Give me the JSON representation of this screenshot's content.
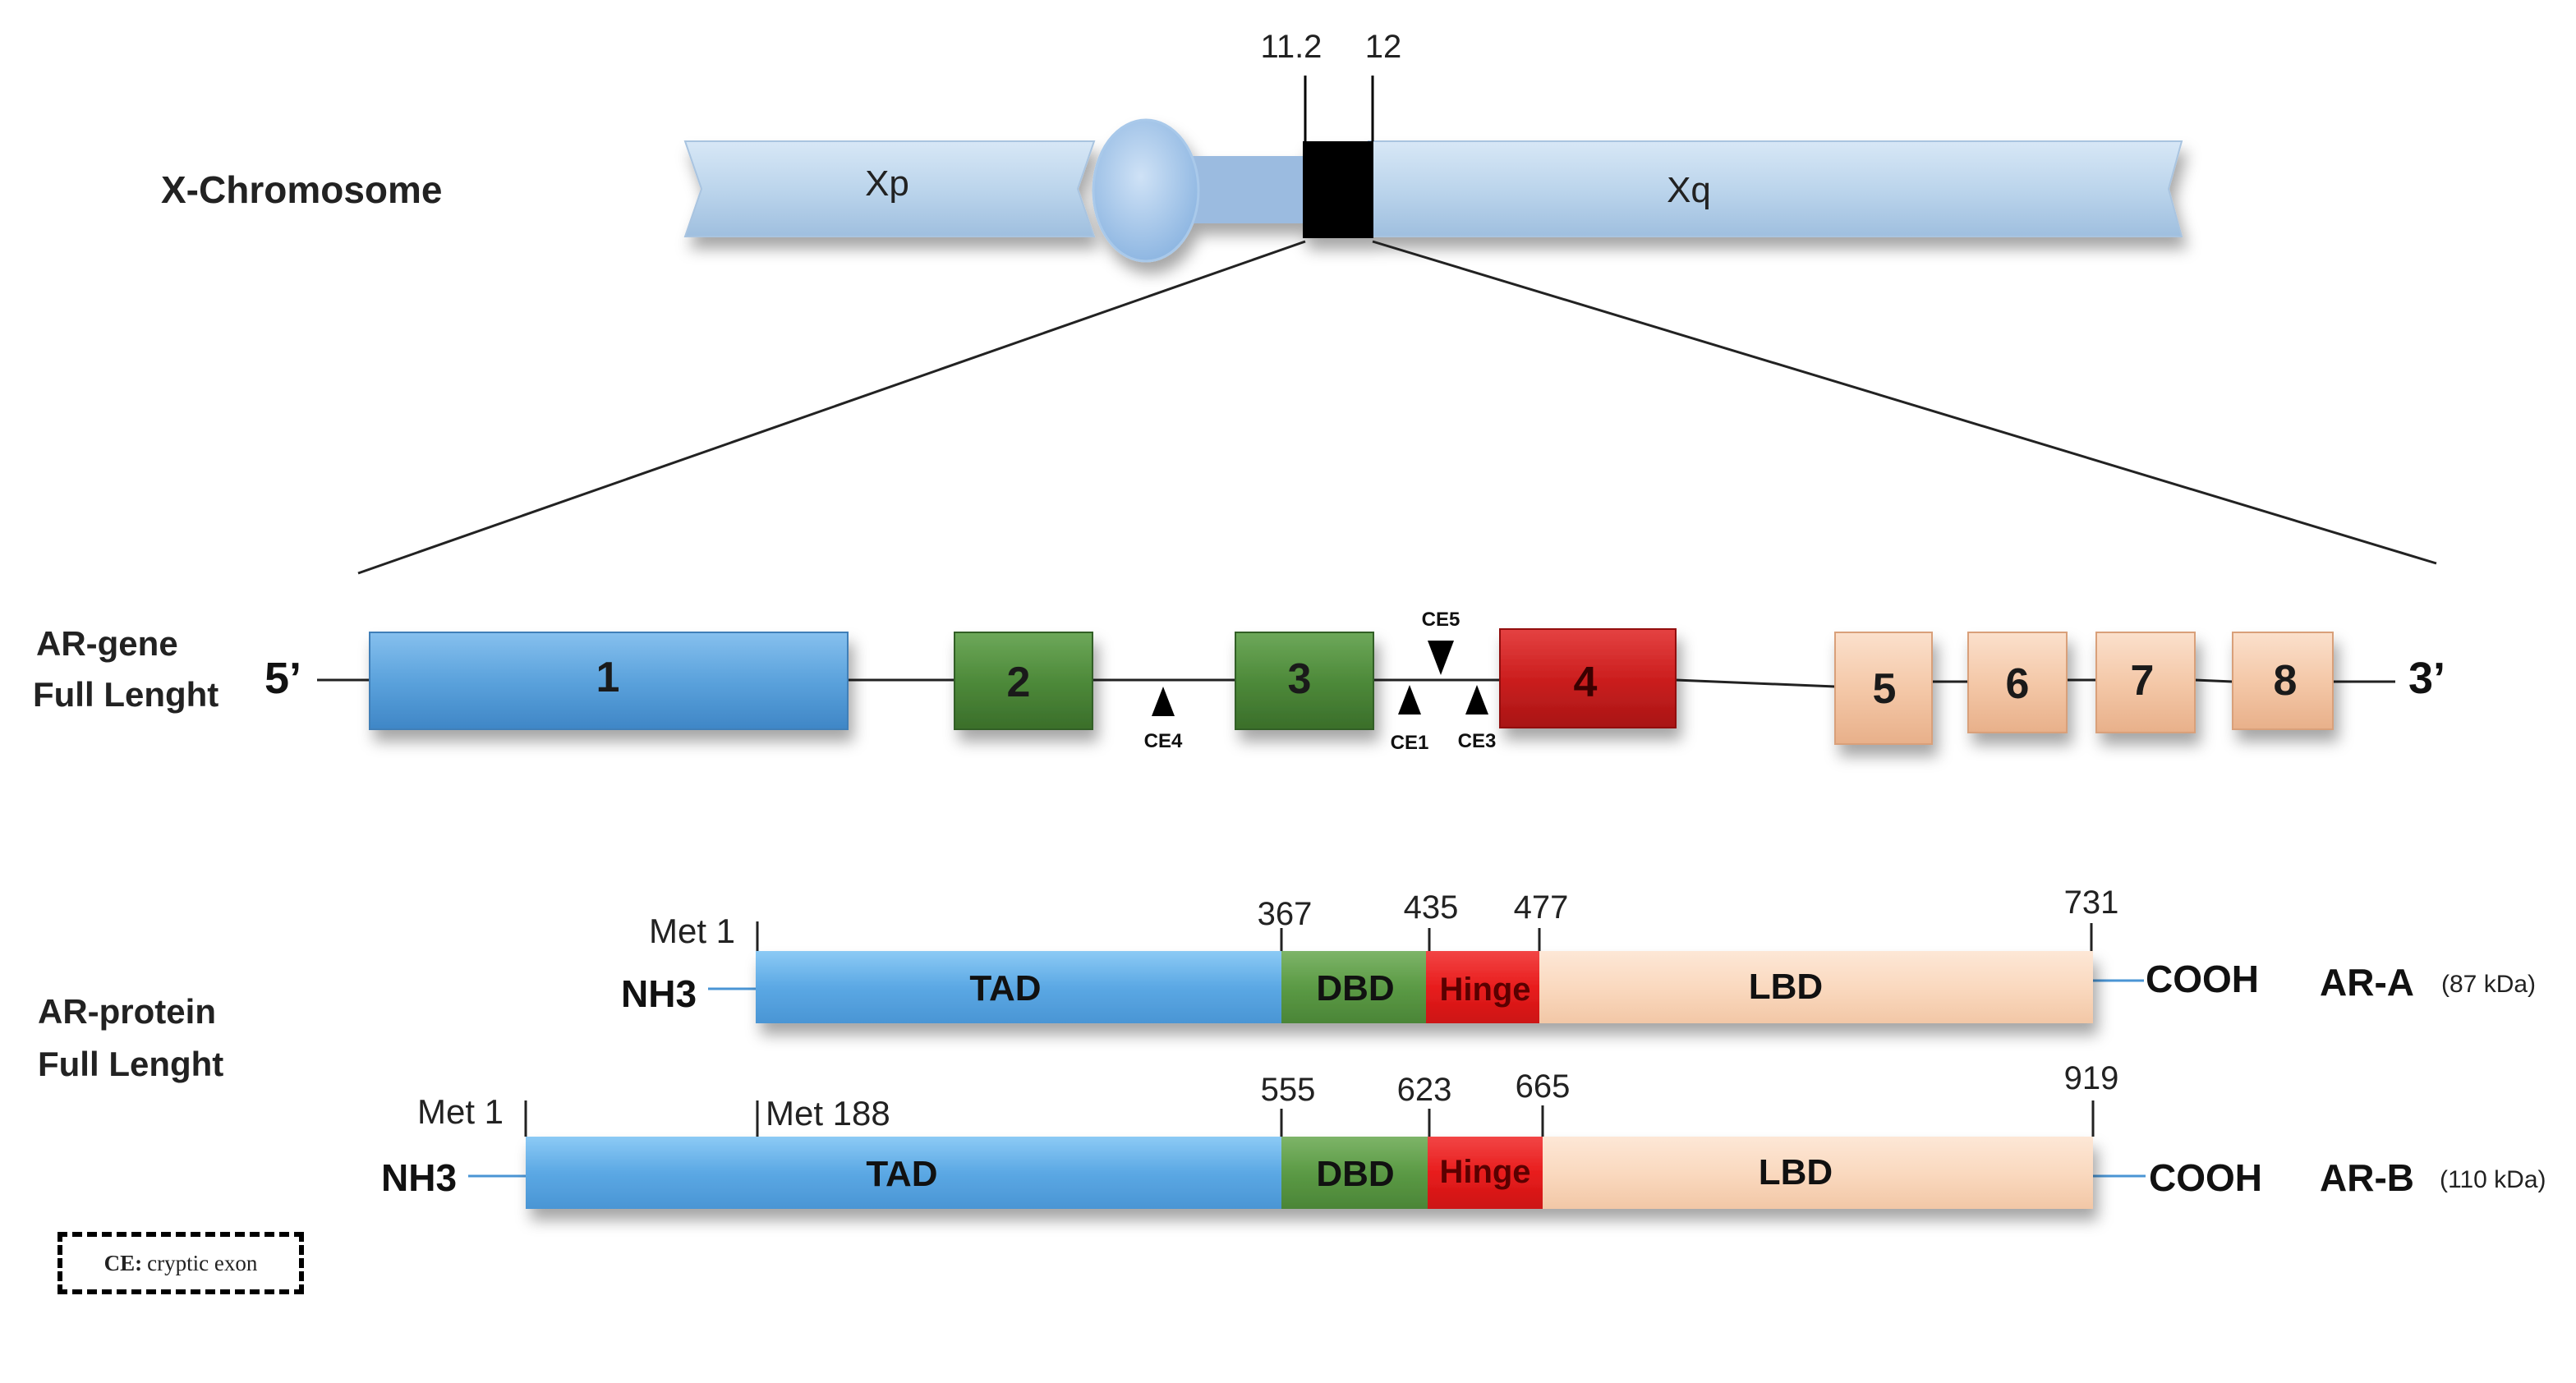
{
  "chromosome": {
    "title": "X-Chromosome",
    "arm_p": "Xp",
    "arm_q": "Xq",
    "band_start": "11.2",
    "band_end": "12",
    "arm_color": "#bcd5ec",
    "centromere_color": "#a9c9ea",
    "band_color": "#000000"
  },
  "gene": {
    "label_line1": "AR-gene",
    "label_line2": "Full Lenght",
    "five_prime": "5’",
    "three_prime": "3’",
    "exons": [
      "1",
      "2",
      "3",
      "4",
      "5",
      "6",
      "7",
      "8"
    ],
    "cryptic_exons": [
      "CE4",
      "CE1",
      "CE3",
      "CE5"
    ],
    "exon_colors": {
      "exon1": "#5ba2dc",
      "exon2_3": "#4e8a3a",
      "exon4": "#cc1f1f",
      "exon5_8": "#f4c8a8"
    }
  },
  "protein": {
    "label_line1": "AR-protein",
    "label_line2": "Full Lenght",
    "domains": [
      "TAD",
      "DBD",
      "Hinge",
      "LBD"
    ],
    "n_term": "NH3",
    "c_term": "COOH",
    "isoform_a": {
      "name": "AR-A",
      "mass": "(87 kDa)",
      "start": "Met 1",
      "positions": [
        "367",
        "435",
        "477",
        "731"
      ]
    },
    "isoform_b": {
      "name": "AR-B",
      "mass": "(110 kDa)",
      "start": "Met 1",
      "alt_start": "Met 188",
      "positions": [
        "555",
        "623",
        "665",
        "919"
      ]
    },
    "domain_colors": {
      "TAD": "#5ba8e4",
      "DBD": "#5b9a45",
      "Hinge": "#e81d1d",
      "LBD": "#fad9bf"
    }
  },
  "legend": {
    "abbr": "CE:",
    "text": "cryptic exon"
  }
}
